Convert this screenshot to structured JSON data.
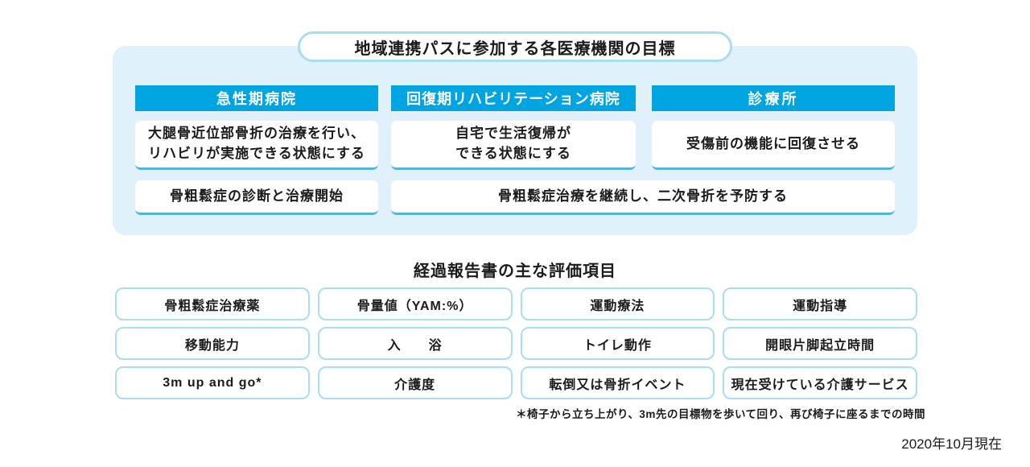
{
  "goals": {
    "title": "地域連携パスに参加する各医療機関の目標",
    "columns": [
      {
        "header": "急性期病院",
        "goal": "大腿骨近位部骨折の治療を行い、\nリハビリが実施できる状態にする"
      },
      {
        "header": "回復期リハビリテーション病院",
        "goal": "自宅で生活復帰が\nできる状態にする"
      },
      {
        "header": "診療所",
        "goal": "受傷前の機能に回復させる"
      }
    ],
    "acute_secondary": "骨粗鬆症の診断と治療開始",
    "shared_secondary": "骨粗鬆症治療を継続し、二次骨折を予防する"
  },
  "evaluation": {
    "title": "経過報告書の主な評価項目",
    "items": [
      "骨粗鬆症治療薬",
      "骨量値（YAM:%）",
      "運動療法",
      "運動指導",
      "移動能力",
      "入　　浴",
      "トイレ動作",
      "開眼片脚起立時間",
      "3m up and go*",
      "介護度",
      "転倒又は骨折イベント",
      "現在受けている介護サービス"
    ],
    "footnote": "＊椅子から立ち上がり、3m先の目標物を歩いて回り、再び椅子に座るまでの時間"
  },
  "footer": {
    "as_of": "2020年10月現在"
  },
  "colors": {
    "accent_blue": "#00a4e0",
    "panel_bg": "#e1f1fb",
    "pill_border": "#a9ddf3",
    "box_underline": "#54b4e0",
    "grid_border": "#a9dcf5"
  }
}
